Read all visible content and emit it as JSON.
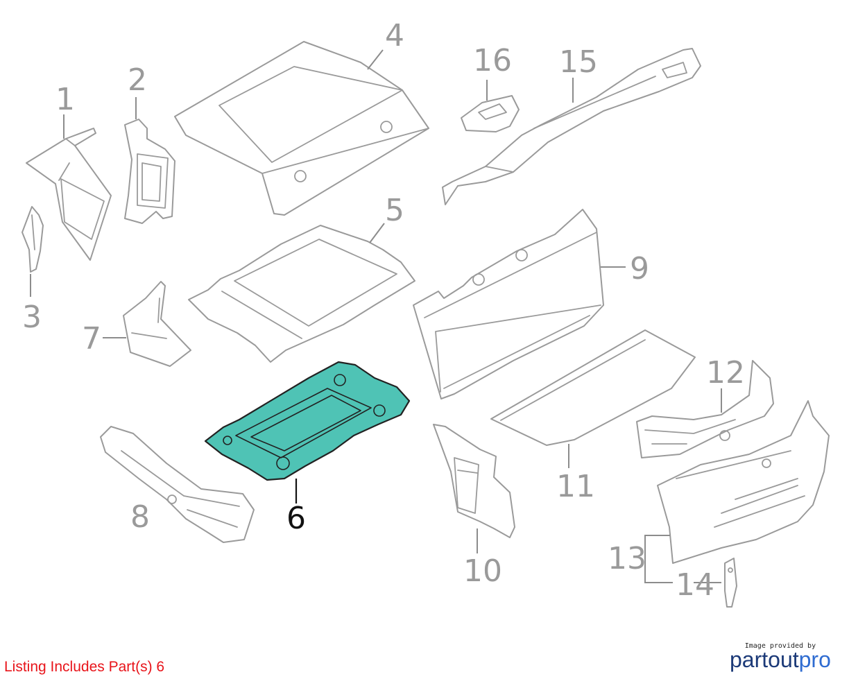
{
  "diagram": {
    "callouts": [
      {
        "id": "1",
        "label": "1"
      },
      {
        "id": "2",
        "label": "2"
      },
      {
        "id": "3",
        "label": "3"
      },
      {
        "id": "4",
        "label": "4"
      },
      {
        "id": "5",
        "label": "5"
      },
      {
        "id": "6",
        "label": "6",
        "highlighted": true
      },
      {
        "id": "7",
        "label": "7"
      },
      {
        "id": "8",
        "label": "8"
      },
      {
        "id": "9",
        "label": "9"
      },
      {
        "id": "10",
        "label": "10"
      },
      {
        "id": "11",
        "label": "11"
      },
      {
        "id": "12",
        "label": "12"
      },
      {
        "id": "13",
        "label": "13"
      },
      {
        "id": "14",
        "label": "14"
      },
      {
        "id": "15",
        "label": "15"
      },
      {
        "id": "16",
        "label": "16"
      }
    ],
    "highlight_color": "#4fc3b5"
  },
  "footer": {
    "listing_text": "Listing Includes Part(s) 6",
    "listing_color": "#e8141a",
    "provider_small": "Image provided by",
    "provider_logo_a": "partout",
    "provider_logo_b": "pro"
  }
}
